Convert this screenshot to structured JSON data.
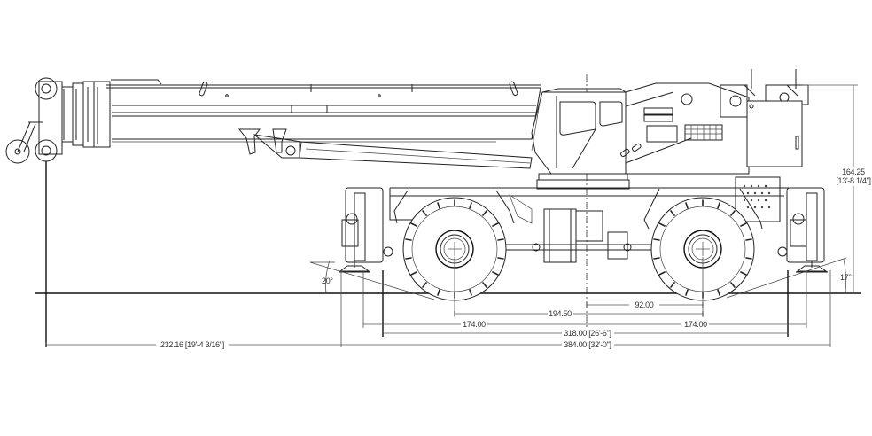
{
  "drawing": {
    "subject": "Rough terrain crane side elevation",
    "line_color": "#222222",
    "text_color": "#333333",
    "background": "#ffffff"
  },
  "dimensions": {
    "rear_axle_to_swing_center": "92.00",
    "front_axle_to_rear_axle": "194.50",
    "outrigger_front_to_center": "174.00",
    "outrigger_center_to_rear": "174.00",
    "outrigger_span_inner": "318.00 [26'-6\"]",
    "outrigger_span_outer": "384.00 [32'-0\"]",
    "boom_overhang": "232.16 [19'-4 3/16\"]",
    "overall_height_value": "164.25",
    "overall_height_imperial": "[13'-8 1/4\"]",
    "approach_angle": "20°",
    "departure_angle": "17°"
  }
}
